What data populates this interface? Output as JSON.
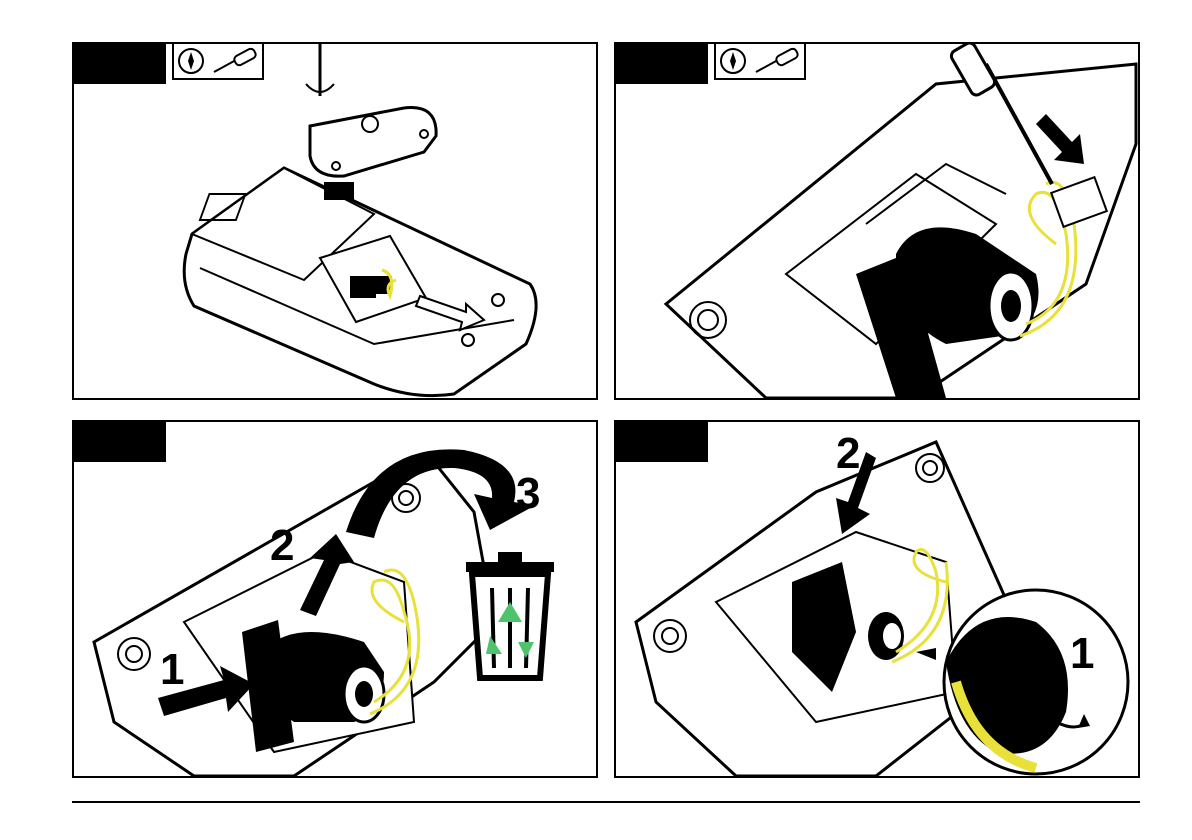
{
  "panels": [
    {
      "id": "panel-1",
      "tools": [
        "screwdriver-icon",
        "torx-bit-icon"
      ],
      "steps": []
    },
    {
      "id": "panel-2",
      "tools": [
        "screwdriver-icon",
        "torx-bit-icon"
      ],
      "steps": []
    },
    {
      "id": "panel-3",
      "tools": [],
      "steps": [
        "1",
        "2",
        "3"
      ]
    },
    {
      "id": "panel-4",
      "tools": [],
      "steps": [
        "2",
        "1"
      ]
    }
  ],
  "colors": {
    "wire": "#e8e13a",
    "recycle": "#4fc36b",
    "ink": "#000000"
  }
}
